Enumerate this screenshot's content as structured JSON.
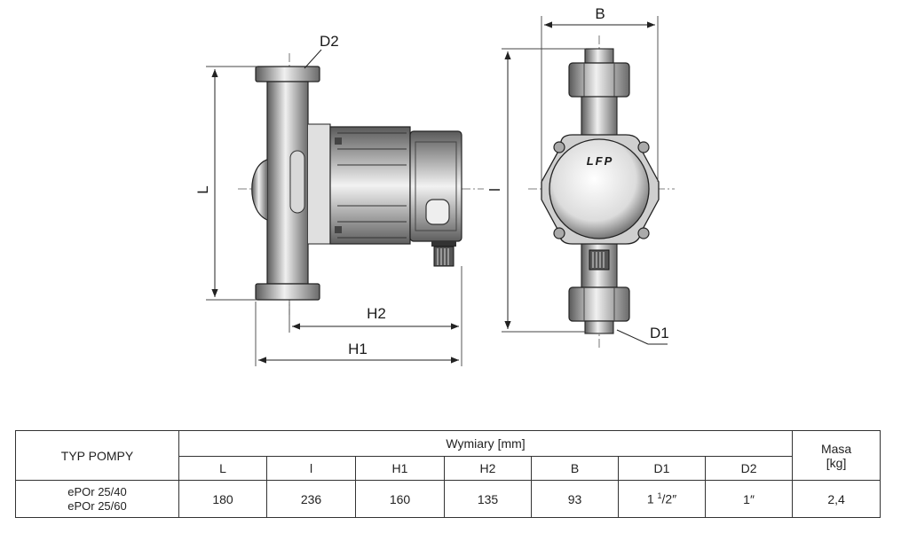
{
  "drawing": {
    "labels": {
      "D2": "D2",
      "L": "L",
      "H2": "H2",
      "H1": "H1",
      "B": "B",
      "l": "l",
      "D1": "D1"
    },
    "logo": "LFP"
  },
  "table": {
    "type_header": "TYP POMPY",
    "dims_header": "Wymiary [mm]",
    "mass_header_line1": "Masa",
    "mass_header_line2": "[kg]",
    "columns": [
      "L",
      "l",
      "H1",
      "H2",
      "B",
      "D1",
      "D2"
    ],
    "models": [
      "ePOr 25/40",
      "ePOr 25/60"
    ],
    "values": {
      "L": "180",
      "l": "236",
      "H1": "160",
      "H2": "135",
      "B": "93",
      "D1_whole": "1",
      "D1_num": "1",
      "D1_den": "/2",
      "D1_unit": "″",
      "D2": "1″"
    },
    "mass": "2,4"
  }
}
